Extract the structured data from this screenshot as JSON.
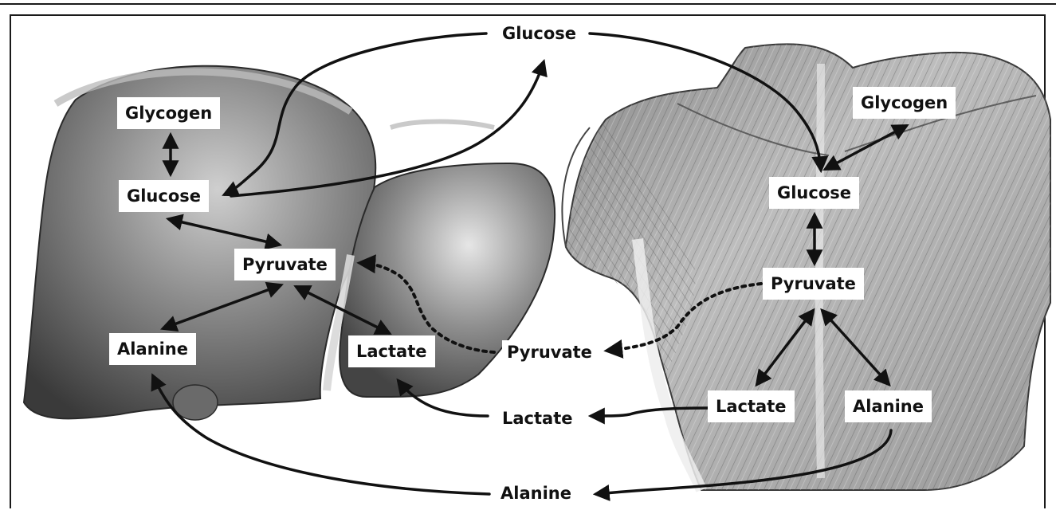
{
  "liver": {
    "glycogen": "Glycogen",
    "glucose": "Glucose",
    "pyruvate": "Pyruvate",
    "alanine": "Alanine",
    "lactate": "Lactate"
  },
  "blood": {
    "glucose": "Glucose",
    "pyruvate": "Pyruvate",
    "lactate": "Lactate",
    "alanine": "Alanine"
  },
  "muscle": {
    "glycogen": "Glycogen",
    "glucose": "Glucose",
    "pyruvate": "Pyruvate",
    "lactate": "Lactate",
    "alanine": "Alanine"
  },
  "colors": {
    "ink": "#111111",
    "liver_dark": "#3e3e3e",
    "liver_light": "#c8c8c8",
    "muscle_dark": "#6a6a6a",
    "muscle_light": "#dcdcdc"
  }
}
